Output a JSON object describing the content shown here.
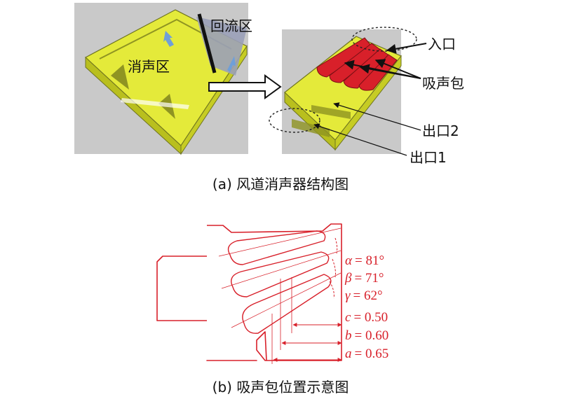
{
  "panel_a": {
    "left_labels": {
      "silencer_zone": "消声区",
      "backflow_zone": "回流区"
    },
    "right_labels": {
      "inlet": "入口",
      "absorber": "吸声包",
      "outlet2": "出口2",
      "outlet1": "出口1"
    },
    "caption": "(a) 风道消声器结构图"
  },
  "panel_b": {
    "angles": [
      {
        "sym": "α",
        "value": "= 81°"
      },
      {
        "sym": "β",
        "value": "= 71°"
      },
      {
        "sym": "γ",
        "value": "= 62°"
      }
    ],
    "dims": [
      {
        "sym": "c",
        "value": "= 0.50"
      },
      {
        "sym": "b",
        "value": "= 0.60"
      },
      {
        "sym": "a",
        "value": "= 0.65"
      }
    ],
    "caption": "(b) 吸声包位置示意图"
  },
  "colors": {
    "duct_yellow": "#e4ea3a",
    "absorber_red": "#d8202a",
    "flow_arrow": "#6f9fd8",
    "drawing_line": "#d8202a"
  }
}
